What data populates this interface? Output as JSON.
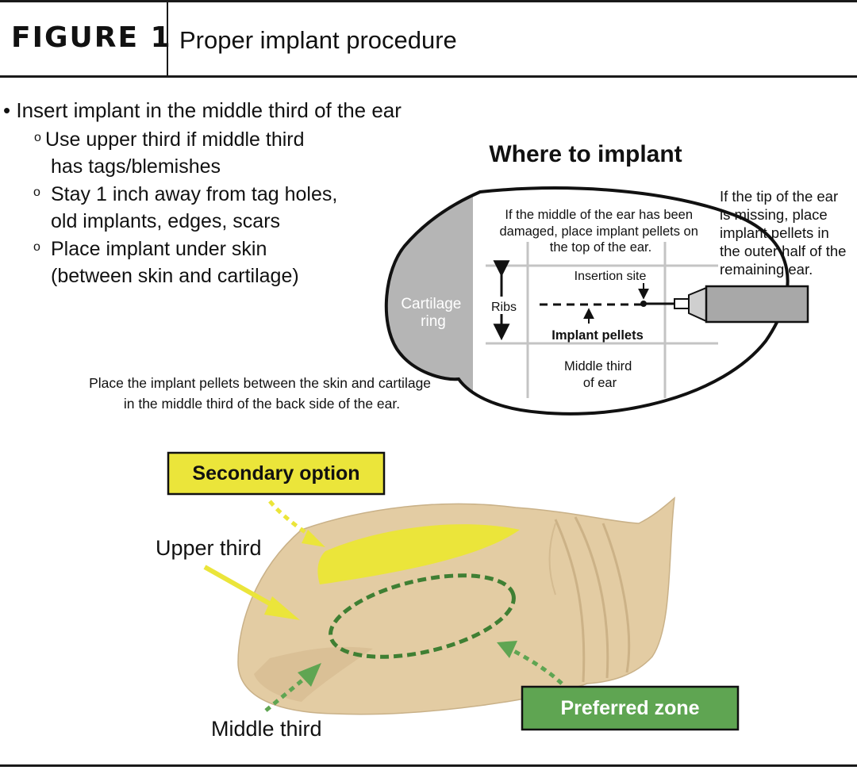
{
  "header": {
    "figure_label": "FIGURE 1",
    "title": "Proper implant procedure"
  },
  "instructions": {
    "main": "Insert implant in the middle third of the ear",
    "sub_items": [
      {
        "marker": "o",
        "lines": [
          "Use upper third if middle third",
          "has tags/blemishes"
        ]
      },
      {
        "marker": "o",
        "lines": [
          "Stay 1 inch away from tag holes,",
          "old implants, edges, scars"
        ]
      },
      {
        "marker": "o",
        "lines": [
          "Place implant under skin",
          "(between skin and cartilage)"
        ]
      }
    ]
  },
  "top_diagram": {
    "title": "Where to implant",
    "damaged_note": [
      "If the middle of the ear has been",
      "damaged, place implant pellets on",
      "the top of the ear."
    ],
    "tip_note": [
      "If the tip of the ear",
      "is missing, place",
      "implant pellets in",
      "the outer half of the",
      "remaining ear."
    ],
    "cartilage": [
      "Cartilage",
      "ring"
    ],
    "ribs": "Ribs",
    "insertion_site": "Insertion site",
    "implant_pellets": "Implant pellets",
    "middle_third": [
      "Middle third",
      "of ear"
    ],
    "placement_caption": [
      "Place the implant pellets between the skin and cartilage",
      "in the middle third of the back side of the ear."
    ]
  },
  "bottom_diagram": {
    "secondary_option": "Secondary option",
    "upper_third": "Upper third",
    "middle_third": "Middle third",
    "preferred_zone": "Preferred zone"
  },
  "colors": {
    "yellow": "#ebe53a",
    "green": "#5fa552",
    "dark_green": "#3f7f33",
    "skin": "#e3cca3",
    "cartilage": "#b5b5b5",
    "grid": "#c4c4c4"
  }
}
